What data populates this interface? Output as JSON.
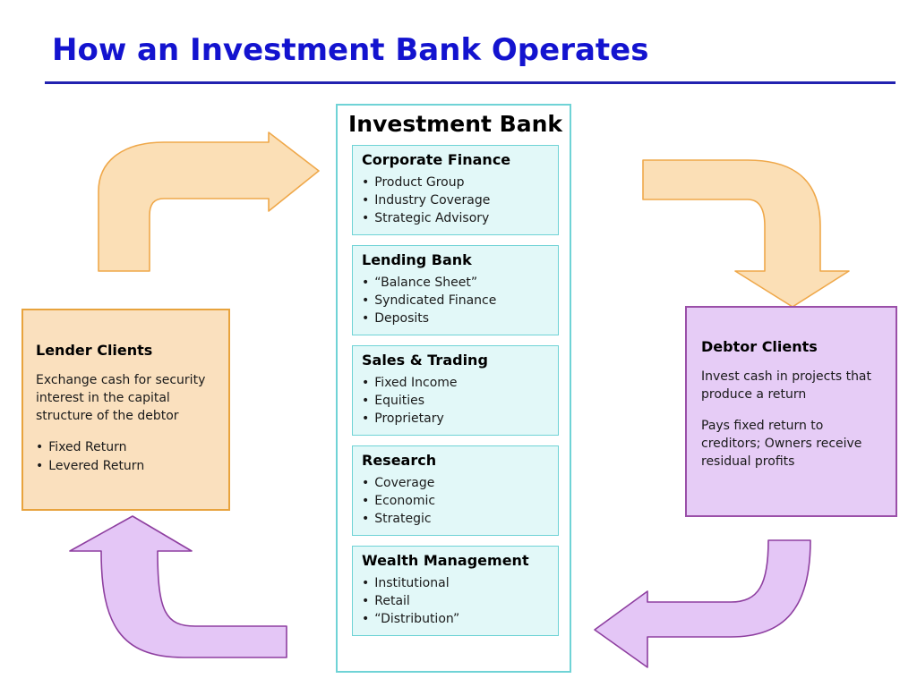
{
  "slide": {
    "title": "How an Investment Bank Operates"
  },
  "center": {
    "heading": "Investment Bank",
    "cards": [
      {
        "title": "Corporate Finance",
        "items": [
          "Product Group",
          "Industry Coverage",
          "Strategic Advisory"
        ]
      },
      {
        "title": "Lending Bank",
        "items": [
          "“Balance Sheet”",
          "Syndicated Finance",
          "Deposits"
        ]
      },
      {
        "title": "Sales & Trading",
        "items": [
          "Fixed Income",
          "Equities",
          "Proprietary"
        ]
      },
      {
        "title": "Research",
        "items": [
          "Coverage",
          "Economic",
          "Strategic"
        ]
      },
      {
        "title": "Wealth Management",
        "items": [
          "Institutional",
          "Retail",
          "“Distribution”"
        ]
      }
    ]
  },
  "lender": {
    "title": "Lender Clients",
    "description": "Exchange cash for security interest in the capital structure of the debtor",
    "items": [
      "Fixed Return",
      "Levered Return"
    ]
  },
  "debtor": {
    "title": "Debtor Clients",
    "paragraph1": "Invest cash in projects that produce a return",
    "paragraph2": "Pays fixed return to creditors; Owners receive residual profits"
  },
  "arrows": [
    {
      "name": "lender-to-bank-arrow",
      "direction": "up-then-right",
      "color": "#FBDFB6",
      "stroke": "#EFA84A"
    },
    {
      "name": "bank-to-debtor-arrow",
      "direction": "right-then-down",
      "color": "#FBDFB6",
      "stroke": "#EFA84A"
    },
    {
      "name": "debtor-to-bank-arrow",
      "direction": "down-then-left",
      "color": "#E4C6F6",
      "stroke": "#8E3FA0"
    },
    {
      "name": "bank-to-lender-arrow",
      "direction": "left-then-up",
      "color": "#E4C6F6",
      "stroke": "#8E3FA0"
    }
  ],
  "colors": {
    "title_blue": "#1313CF",
    "rule_blue": "#2222B0",
    "card_fill": "#E2F8F8",
    "card_border": "#6FD3D6",
    "lender_fill": "#FAE0BE",
    "lender_border": "#E8A33D",
    "debtor_fill": "#E6CCF6",
    "debtor_border": "#9A4FA8"
  }
}
